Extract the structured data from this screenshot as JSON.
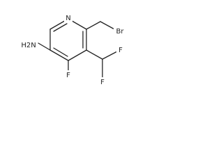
{
  "molecule": {
    "atoms": {
      "n_ring": "N",
      "br": "Br",
      "amine": "H2N",
      "f_ring": "F",
      "f_top": "F",
      "f_bottom": "F"
    }
  },
  "colors": {
    "ink": "#222222",
    "background": "#ffffff"
  }
}
